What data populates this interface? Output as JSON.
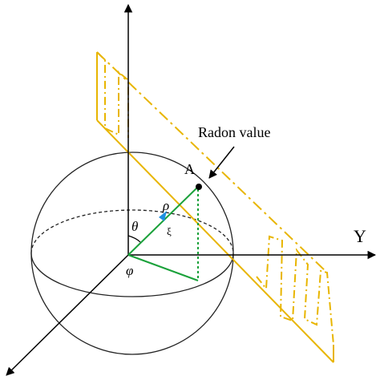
{
  "labels": {
    "axis_y": "Y",
    "point_a": "A",
    "radon": "Radon value",
    "theta": "θ",
    "phi": "φ",
    "rho": "ρ",
    "xi": "ξ"
  },
  "colors": {
    "axes": "#000000",
    "sphere": "#222222",
    "plane": "#E8B500",
    "vector": "#1AA13A",
    "unit_vector": "#1E90E0"
  }
}
